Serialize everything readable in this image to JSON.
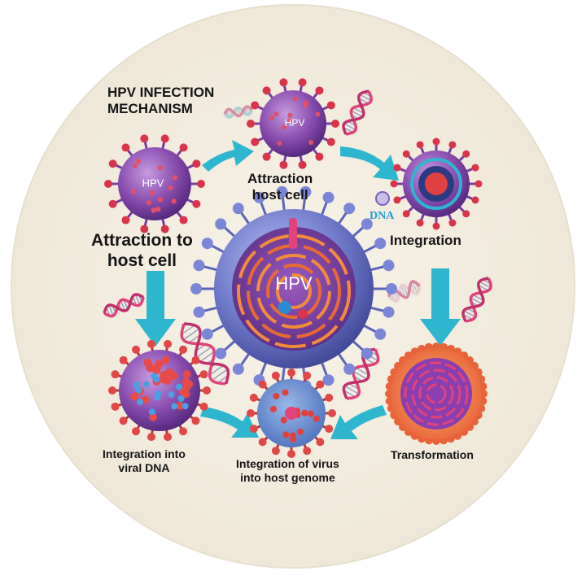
{
  "diagram": {
    "title_lines": [
      "HPV INFECTION",
      "MECHANISM"
    ],
    "virus_text": "HPV",
    "dna_text": "DNA",
    "stages": [
      {
        "id": "attraction-left",
        "lines": [
          "Attraction to",
          "host cell"
        ]
      },
      {
        "id": "attraction-top",
        "lines": [
          "Attraction",
          "host cell"
        ]
      },
      {
        "id": "integration",
        "lines": [
          "Integration"
        ]
      },
      {
        "id": "transformation",
        "lines": [
          "Transformation"
        ]
      },
      {
        "id": "integration-host-genome",
        "lines": [
          "Integration of virus",
          "into host genome"
        ]
      },
      {
        "id": "integration-viral-dna",
        "lines": [
          "Integration into",
          "viral DNA"
        ]
      }
    ]
  },
  "colors": {
    "background_disc": "#f6f1e6",
    "virus_purple": "#8a4fb0",
    "virus_dark": "#5c2f8a",
    "spike_red": "#d8354a",
    "central_blue": "#6d78c9",
    "arrow_teal": "#2fb6cf",
    "dna_pink": "#e0437a",
    "inner_orange": "#f0743a"
  }
}
